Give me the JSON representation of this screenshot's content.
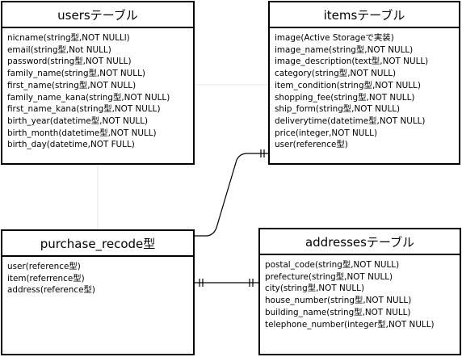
{
  "entities": {
    "users": {
      "title": "usersテーブル",
      "fields": [
        "nicname(string型,NOT NULLl)",
        "email(string型,Not NULL)",
        "password(string型,NOT NULL)",
        "family_name(string型,NOT NULL)",
        "first_name(string型,NOT NULL)",
        "family_name_kana(string型,NOT NULL)",
        "first_name_kana(string型,NOT NULL)",
        "birth_year(datetime型,NOT NULL)",
        "birth_month(datetime型,NOT NULL)",
        "birth_day(datetime,NOT FULL)"
      ]
    },
    "items": {
      "title": "itemsテーブル",
      "fields": [
        "image(Active Storageで実装)",
        "image_name(string型,NOT NULL)",
        "image_description(text型,NOT NULL)",
        "category(string型,NOT NULL)",
        "item_condition(string型,NOT NULL)",
        "shopping_fee(string型,NOT NULL)",
        "ship_form(string型,NOT NULL)",
        "deliverytime(datetime型,NOT NULL)",
        "price(integer,NOT NULL)",
        "user(reference型)"
      ]
    },
    "purchase": {
      "title": "purchase_recode型",
      "fields": [
        "user(reference型)",
        "item(referrence型)",
        "address(reference型)"
      ]
    },
    "addresses": {
      "title": "addressesテーブル",
      "fields": [
        "postal_code(string型,NOT NULL)",
        "prefecture(string型,NOT NULL)",
        "city(string型,NOT NULL)",
        "house_number(string型,NOT NULL)",
        "building_name(string型,NOT NULL)",
        "telephone_number(integer型,NOT NULL)"
      ]
    }
  },
  "colors": {
    "line": "#000000",
    "faint_line": "#e6e6e6",
    "background": "#ffffff"
  }
}
